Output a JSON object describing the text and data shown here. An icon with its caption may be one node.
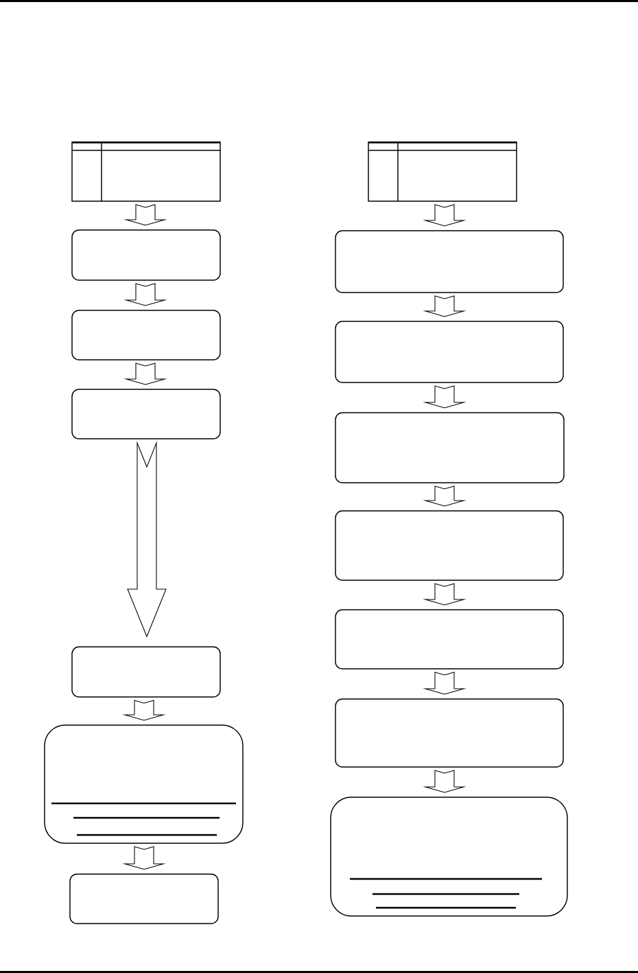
{
  "diagram": {
    "nodes": [
      {
        "text": [],
        "shape": "table"
      },
      {
        "text": [],
        "shape": "box"
      },
      {
        "text": [],
        "shape": "box"
      },
      {
        "text": [],
        "shape": "box"
      },
      {
        "text": [],
        "shape": "box"
      },
      {
        "text": [],
        "shape": "box"
      },
      {
        "text": [],
        "shape": "box"
      },
      {
        "text": [],
        "shape": "table"
      },
      {
        "text": [],
        "shape": "box"
      },
      {
        "text": [],
        "shape": "box"
      },
      {
        "text": [],
        "shape": "box"
      },
      {
        "text": [],
        "shape": "box"
      },
      {
        "text": [],
        "shape": "box"
      },
      {
        "text": [],
        "shape": "box"
      },
      {
        "text": [],
        "shape": "box"
      }
    ],
    "edges": [
      {
        "from": 0,
        "to": 1,
        "arrow": "to"
      },
      {
        "from": 1,
        "to": 2,
        "arrow": "to"
      },
      {
        "from": 2,
        "to": 3,
        "arrow": "to"
      },
      {
        "from": 3,
        "to": 4,
        "arrow": "to"
      },
      {
        "from": 4,
        "to": 5,
        "arrow": "to"
      },
      {
        "from": 5,
        "to": 6,
        "arrow": "to"
      },
      {
        "from": 7,
        "to": 8,
        "arrow": "to"
      },
      {
        "from": 8,
        "to": 9,
        "arrow": "to"
      },
      {
        "from": 9,
        "to": 10,
        "arrow": "to"
      },
      {
        "from": 10,
        "to": 11,
        "arrow": "to"
      },
      {
        "from": 11,
        "to": 12,
        "arrow": "to"
      },
      {
        "from": 12,
        "to": 13,
        "arrow": "to"
      },
      {
        "from": 13,
        "to": 14,
        "arrow": "to"
      }
    ]
  }
}
